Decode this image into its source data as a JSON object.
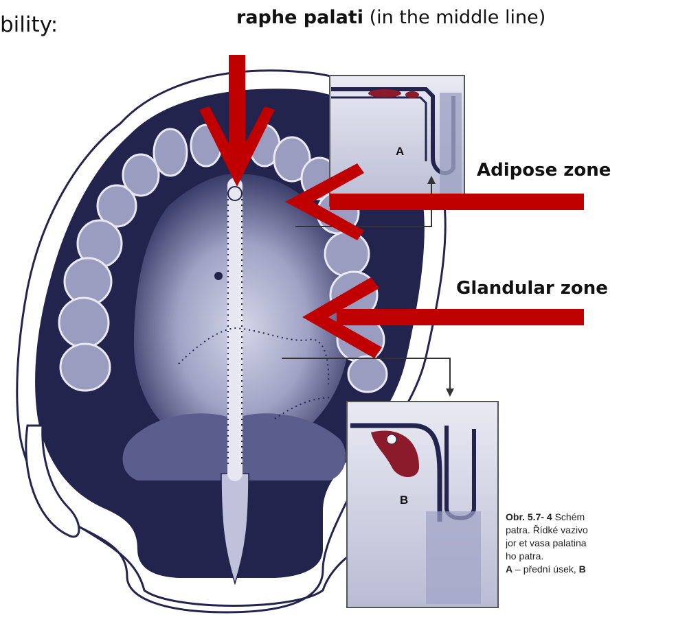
{
  "slide": {
    "heading_left": "bility:",
    "raphe_bold": "raphe palati",
    "raphe_rest": " (in the middle line)"
  },
  "labels": {
    "adipose": "Adipose zone",
    "glandular": "Glandular zone"
  },
  "insets": {
    "a_letter": "A",
    "b_letter": "B"
  },
  "caption": {
    "obr": "Obr. 5.7- 4",
    "line1_rest": " Schém",
    "line2": "patra. Řídké vazivo",
    "line3": "jor et vasa palatina",
    "line4": "ho patra.",
    "line5_a": "A",
    "line5_mid": " – přední úsek, ",
    "line5_b": "B"
  },
  "colors": {
    "palate_dark": "#22244e",
    "palate_mid": "#8c8fb4",
    "palate_light": "#c4c7de",
    "arrow_red": "#c00000",
    "inset_red": "#8b1a2a"
  }
}
